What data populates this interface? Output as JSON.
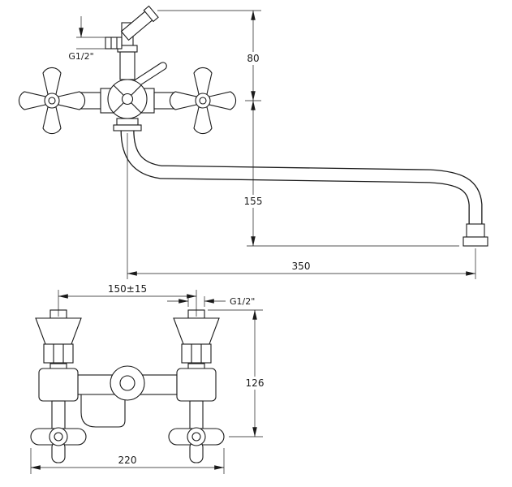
{
  "front_view": {
    "thread_label": "G1/2\"",
    "top_height": "80",
    "spout_drop": "155",
    "spout_reach": "350"
  },
  "plan_view": {
    "hole_spacing": "150±15",
    "thread_label": "G1/2\"",
    "depth": "126",
    "overall_width": "220"
  },
  "colors": {
    "line": "#1a1a1a",
    "background": "#ffffff"
  }
}
